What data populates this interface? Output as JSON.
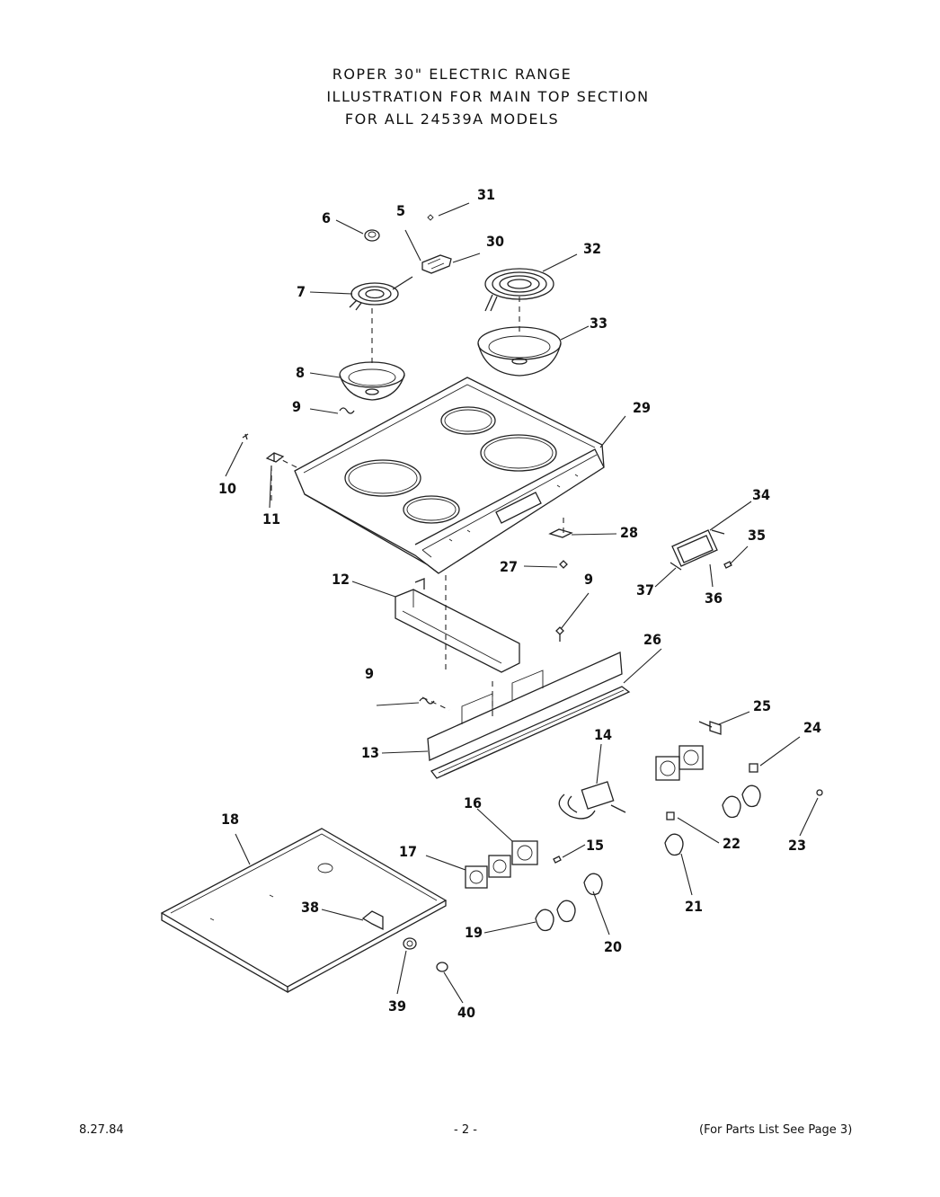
{
  "title": {
    "line1": "ROPER 30\" ELECTRIC RANGE",
    "line2": "ILLUSTRATION FOR MAIN TOP SECTION",
    "line3": "FOR ALL 24539A MODELS"
  },
  "callouts": {
    "c5": "5",
    "c6": "6",
    "c7": "7",
    "c8": "8",
    "c9a": "9",
    "c9b": "9",
    "c9c": "9",
    "c10": "10",
    "c11": "11",
    "c12": "12",
    "c13": "13",
    "c14": "14",
    "c15": "15",
    "c16": "16",
    "c17": "17",
    "c18": "18",
    "c19": "19",
    "c20": "20",
    "c21": "21",
    "c22": "22",
    "c23": "23",
    "c24": "24",
    "c25": "25",
    "c26": "26",
    "c27": "27",
    "c28": "28",
    "c29": "29",
    "c30": "30",
    "c31": "31",
    "c32": "32",
    "c33": "33",
    "c34": "34",
    "c35": "35",
    "c36": "36",
    "c37": "37",
    "c38": "38",
    "c39": "39",
    "c40": "40"
  },
  "footer": {
    "date": "8.27.84",
    "page": "- 2 -",
    "note": "(For Parts List See Page 3)"
  }
}
